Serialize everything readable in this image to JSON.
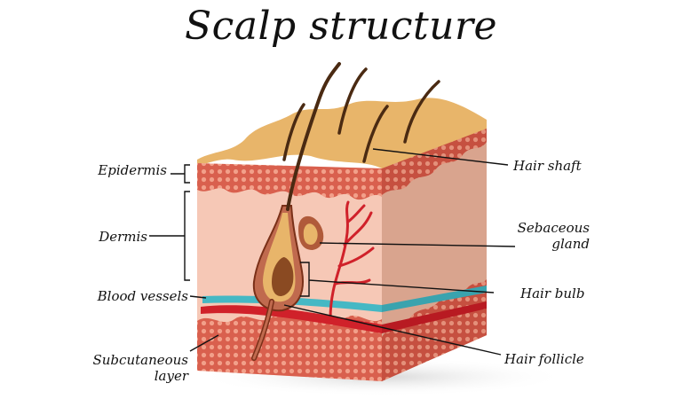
{
  "title": "Scalp structure",
  "labels": {
    "epidermis": "Epidermis",
    "dermis": "Dermis",
    "blood_vessels": "Blood vessels",
    "subcutaneous_line1": "Subcutaneous",
    "subcutaneous_line2": "layer",
    "hair_shaft": "Hair shaft",
    "sebaceous_line1": "Sebaceous",
    "sebaceous_line2": "gland",
    "hair_bulb": "Hair bulb",
    "hair_follicle": "Hair follicle"
  },
  "colors": {
    "epidermis_top": "#E8B56A",
    "dermis": "#F6C8B6",
    "dermis_side": "#D9A48E",
    "tissue_red": "#D9604E",
    "tissue_dots": "#F4A08C",
    "blood_vessel": "#D0212A",
    "artery_blue": "#45B8C4",
    "hair": "#4A2A12"
  }
}
